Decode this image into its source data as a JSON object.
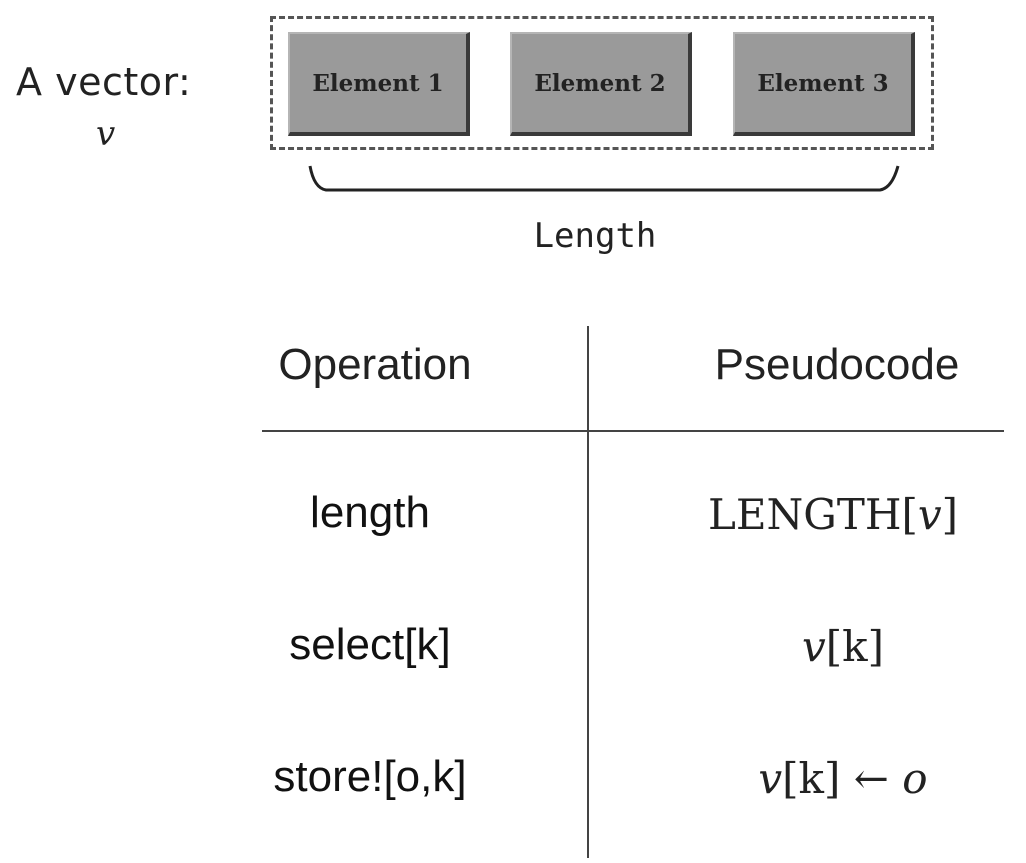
{
  "vector": {
    "label": "A vector:",
    "variable": "v",
    "elements": [
      "Element 1",
      "Element 2",
      "Element 3"
    ],
    "length_label": "Length"
  },
  "table": {
    "headers": {
      "operation": "Operation",
      "pseudocode": "Pseudocode"
    },
    "rows": [
      {
        "operation": "length",
        "code_pre": "LENGTH[",
        "code_var": "v",
        "code_post": "]",
        "code_extra": ""
      },
      {
        "operation": "select[k]",
        "code_pre": "",
        "code_var": "v",
        "code_post": "[k]",
        "code_extra": ""
      },
      {
        "operation": "store![o,k]",
        "code_pre": "",
        "code_var": "v",
        "code_post": "[k] ← ",
        "code_extra": "o"
      }
    ]
  }
}
